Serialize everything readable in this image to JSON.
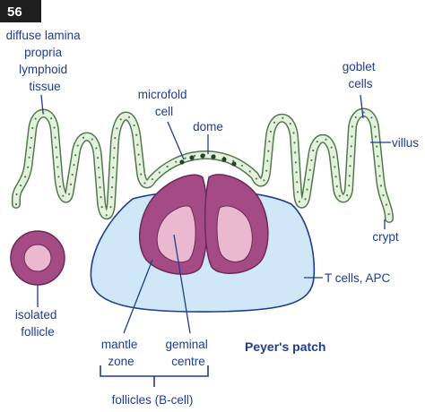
{
  "figure": {
    "number": "56",
    "labels": {
      "diffuse": [
        "diffuse lamina",
        "propria",
        "lymphoid",
        "tissue"
      ],
      "microfold": [
        "microfold",
        "cell"
      ],
      "dome": "dome",
      "goblet": [
        "goblet",
        "cells"
      ],
      "villus": "villus",
      "crypt": "crypt",
      "t_cells": "T cells, APC",
      "isolated": [
        "isolated",
        "follicle"
      ],
      "mantle": [
        "mantle",
        "zone"
      ],
      "germinal": [
        "geminal",
        "centre"
      ],
      "peyers": "Peyer's patch",
      "follicles": "follicles (B-cell)"
    }
  },
  "colors": {
    "label_text": "#1f3c91",
    "badge_bg": "#1e1e1e",
    "villus_outline": "#4f7a4a",
    "villus_fill": "#e5f1df",
    "follicle_mantle": "#a44b86",
    "follicle_centre": "#eab9cf",
    "t_cell_zone": "#cfe7f6",
    "t_cell_zone_outline": "#1f3c91"
  }
}
